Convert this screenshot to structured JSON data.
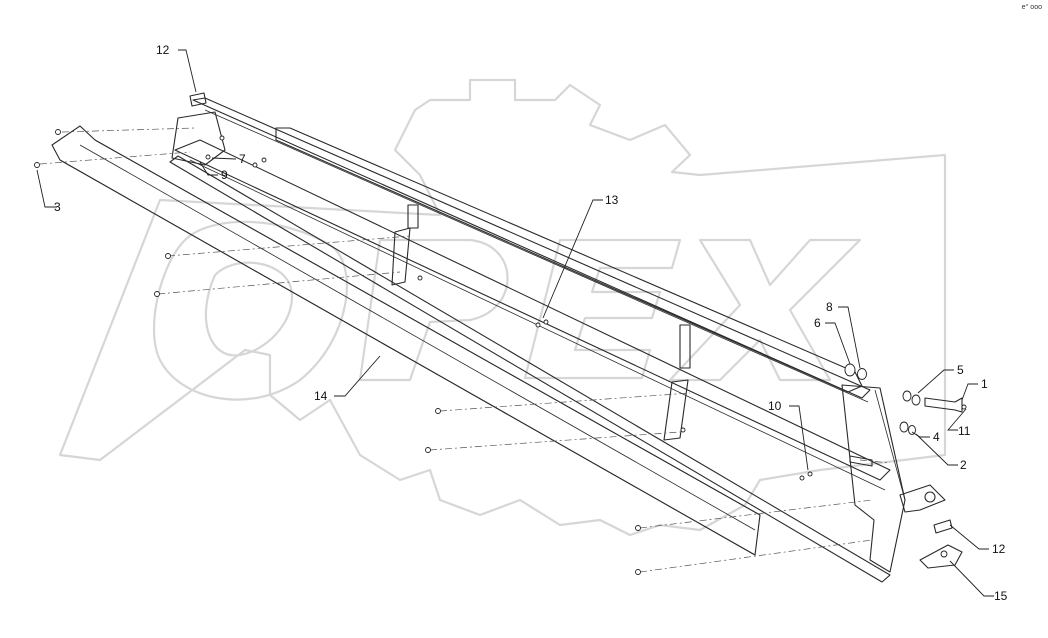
{
  "corner_mark": "e° ooo",
  "callouts": [
    {
      "id": "12a",
      "label": "12"
    },
    {
      "id": "3",
      "label": "3"
    },
    {
      "id": "7",
      "label": "7"
    },
    {
      "id": "9",
      "label": "9"
    },
    {
      "id": "13",
      "label": "13"
    },
    {
      "id": "14",
      "label": "14"
    },
    {
      "id": "8",
      "label": "8"
    },
    {
      "id": "6",
      "label": "6"
    },
    {
      "id": "5",
      "label": "5"
    },
    {
      "id": "1",
      "label": "1"
    },
    {
      "id": "11",
      "label": "11"
    },
    {
      "id": "4",
      "label": "4"
    },
    {
      "id": "10",
      "label": "10"
    },
    {
      "id": "2",
      "label": "2"
    },
    {
      "id": "12b",
      "label": "12"
    },
    {
      "id": "15",
      "label": "15"
    }
  ],
  "colors": {
    "line": "#2a2a2a",
    "watermark": "#d6d6d6",
    "background": "#ffffff"
  }
}
